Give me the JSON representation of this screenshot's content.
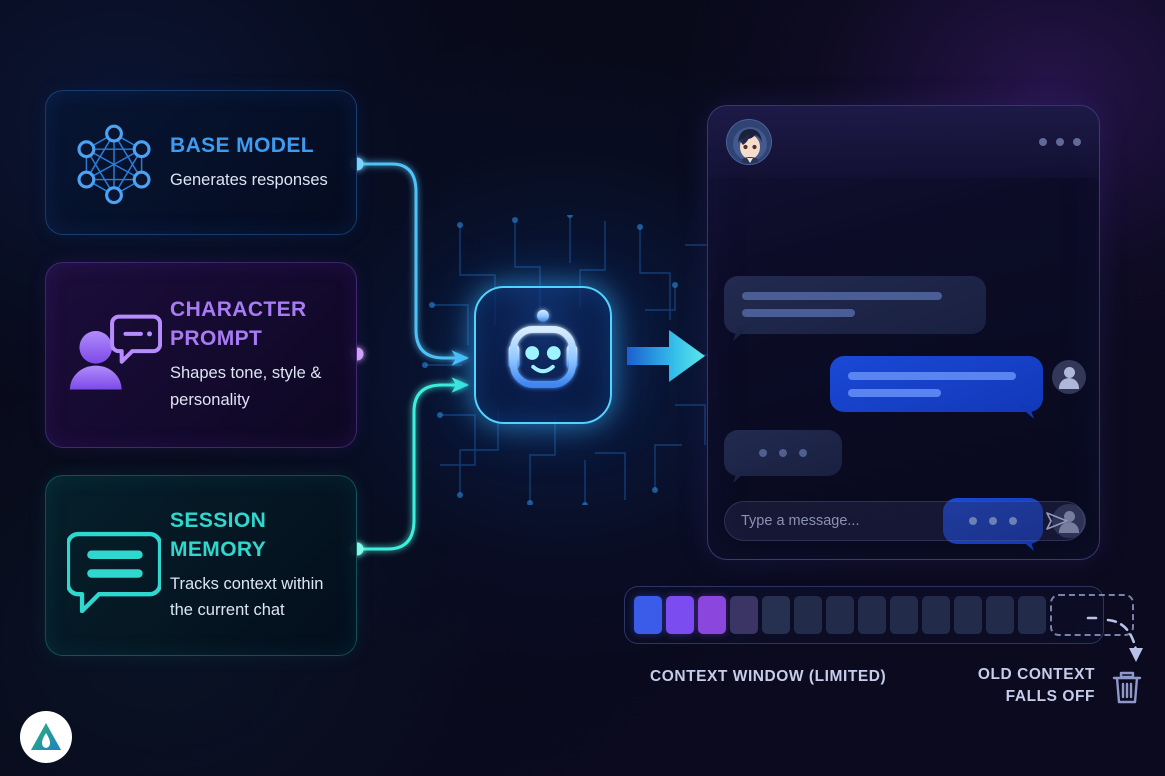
{
  "background": {
    "base_color": "#090a1c",
    "accent_purple": "#3c1c6e",
    "accent_blue": "#0a2252"
  },
  "cards": [
    {
      "id": "base-model",
      "title": "BASE MODEL",
      "desc": "Generates responses",
      "icon": "neural-network-icon",
      "accent": "#3d9bf0"
    },
    {
      "id": "character-prompt",
      "title": "CHARACTER PROMPT",
      "desc": "Shapes tone, style & personality",
      "icon": "user-speech-bubble-icon",
      "accent": "#a87bf5"
    },
    {
      "id": "session-memory",
      "title": "SESSION MEMORY",
      "desc": "Tracks context within the current chat",
      "icon": "memory-chat-lines-icon",
      "accent": "#2fd8cf"
    }
  ],
  "core": {
    "icon": "robot-face-icon",
    "glow_color": "#4fd4ff",
    "output_arrow_icon": "arrow-right-icon",
    "output_arrow_color": "#45e7f0"
  },
  "connectors": [
    {
      "from": "base-model",
      "color": "#4fc3f7"
    },
    {
      "from": "character-prompt",
      "color": "#c084fc"
    },
    {
      "from": "session-memory",
      "color": "#3ef0dc"
    }
  ],
  "chat": {
    "avatar_icon": "anime-character-avatar",
    "window_menu_icon": "more-dots-icon",
    "messages": [
      {
        "id": "m1",
        "side": "incoming",
        "type": "text-placeholder",
        "lines": 2
      },
      {
        "id": "m2",
        "side": "outgoing",
        "type": "text-placeholder",
        "lines": 2
      },
      {
        "id": "m3",
        "side": "incoming",
        "type": "typing",
        "dots": 3
      },
      {
        "id": "m4",
        "side": "outgoing",
        "type": "typing",
        "dots": 3
      }
    ],
    "input": {
      "placeholder": "Type a message...",
      "value": "",
      "send_icon": "send-paper-plane-icon"
    }
  },
  "context_window": {
    "label": "CONTEXT WINDOW (LIMITED)",
    "overflow_label": "OLD CONTEXT FALLS OFF",
    "overflow_label_line1": "OLD CONTEXT",
    "overflow_label_line2": "FALLS OFF",
    "trash_icon": "trash-can-icon",
    "falloff_arrow_icon": "curved-dashed-arrow-icon",
    "total_cells": 13,
    "cells": [
      {
        "index": 0,
        "color": "#3b5ce8",
        "filled": true
      },
      {
        "index": 1,
        "color": "#7b4cf0",
        "filled": true
      },
      {
        "index": 2,
        "color": "#8b46dd",
        "filled": true
      },
      {
        "index": 3,
        "color": "#3b3565",
        "filled": false
      },
      {
        "index": 4,
        "color": "#263050",
        "filled": false
      },
      {
        "index": 5,
        "color": "#222c4a",
        "filled": false
      },
      {
        "index": 6,
        "color": "#222c4a",
        "filled": false
      },
      {
        "index": 7,
        "color": "#222c4a",
        "filled": false
      },
      {
        "index": 8,
        "color": "#222c4a",
        "filled": false
      },
      {
        "index": 9,
        "color": "#222c4a",
        "filled": false
      },
      {
        "index": 10,
        "color": "#222c4a",
        "filled": false
      },
      {
        "index": 11,
        "color": "#222c4a",
        "filled": false
      },
      {
        "index": 12,
        "color": "#222c4a",
        "filled": false
      }
    ],
    "empty_slot_style": "dashed"
  },
  "logo": {
    "icon": "brand-a-logo",
    "background": "#ffffff",
    "gradient_from": "#2bb673",
    "gradient_to": "#1f7fc4"
  }
}
